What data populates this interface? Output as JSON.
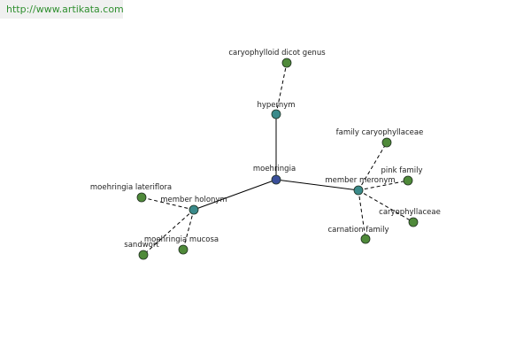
{
  "banner": {
    "url_text": "http://www.artikata.com"
  },
  "graph": {
    "colors": {
      "center_node": "#3a4f9a",
      "relation_node": "#3a8a8a",
      "leaf_node": "#4f8a3a",
      "node_stroke": "#1f2f1f",
      "edge": "#000000"
    },
    "nodes": [
      {
        "id": "moehringia",
        "label": "moehringia",
        "kind": "center"
      },
      {
        "id": "hypernym",
        "label": "hypernym",
        "kind": "relation"
      },
      {
        "id": "member-holonym",
        "label": "member holonym",
        "kind": "relation"
      },
      {
        "id": "member-meronym",
        "label": "member meronym",
        "kind": "relation"
      },
      {
        "id": "caryophylloid-dicot-genus",
        "label": "caryophylloid dicot genus",
        "kind": "leaf"
      },
      {
        "id": "moehringia-lateriflora",
        "label": "moehringia lateriflora",
        "kind": "leaf"
      },
      {
        "id": "sandwort",
        "label": "sandwort",
        "kind": "leaf"
      },
      {
        "id": "moehringia-mucosa",
        "label": "moehringia mucosa",
        "kind": "leaf"
      },
      {
        "id": "family-caryophyllaceae",
        "label": "family caryophyllaceae",
        "kind": "leaf"
      },
      {
        "id": "pink-family",
        "label": "pink family",
        "kind": "leaf"
      },
      {
        "id": "caryophyllaceae",
        "label": "caryophyllaceae",
        "kind": "leaf"
      },
      {
        "id": "carnation-family",
        "label": "carnation family",
        "kind": "leaf"
      }
    ],
    "edges": [
      {
        "from": "moehringia",
        "to": "hypernym",
        "style": "solid"
      },
      {
        "from": "moehringia",
        "to": "member-holonym",
        "style": "solid"
      },
      {
        "from": "moehringia",
        "to": "member-meronym",
        "style": "solid"
      },
      {
        "from": "hypernym",
        "to": "caryophylloid-dicot-genus",
        "style": "dashed"
      },
      {
        "from": "member-holonym",
        "to": "moehringia-lateriflora",
        "style": "dashed"
      },
      {
        "from": "member-holonym",
        "to": "sandwort",
        "style": "dashed"
      },
      {
        "from": "member-holonym",
        "to": "moehringia-mucosa",
        "style": "dashed"
      },
      {
        "from": "member-meronym",
        "to": "family-caryophyllaceae",
        "style": "dashed"
      },
      {
        "from": "member-meronym",
        "to": "pink-family",
        "style": "dashed"
      },
      {
        "from": "member-meronym",
        "to": "caryophyllaceae",
        "style": "dashed"
      },
      {
        "from": "member-meronym",
        "to": "carnation-family",
        "style": "dashed"
      }
    ]
  }
}
